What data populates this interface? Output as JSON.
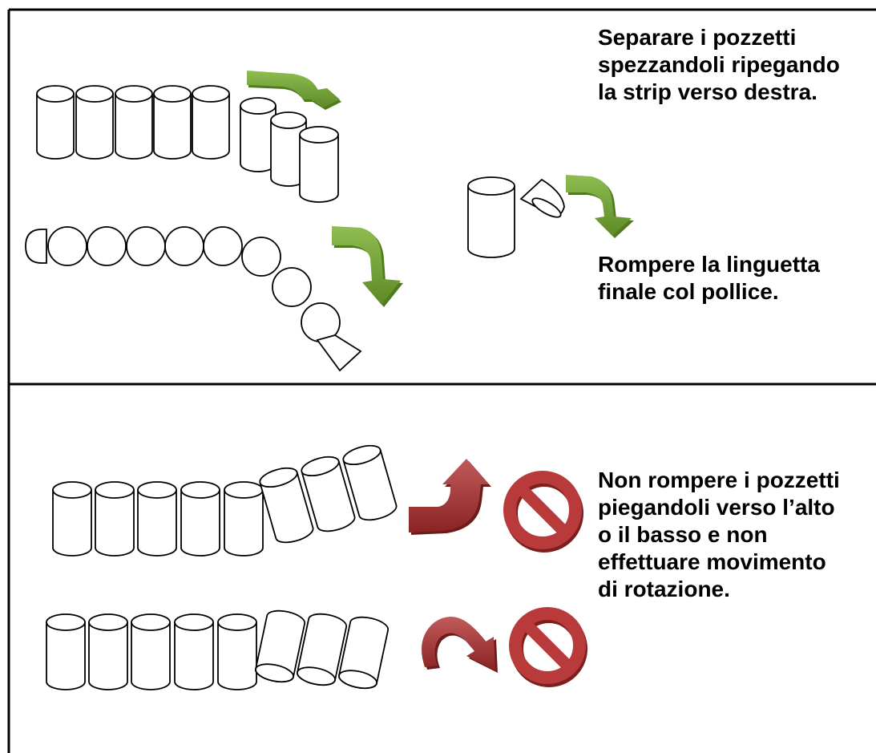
{
  "instructions": {
    "separate_lines": [
      "Separare i pozzetti",
      "spezzandoli ripegando",
      "la strip verso destra."
    ],
    "break_tab_lines": [
      "Rompere la linguetta",
      "finale col pollice."
    ],
    "do_not_lines": [
      "Non rompere i pozzetti",
      "piegandoli verso l’alto",
      "o il basso e non",
      "effettuare movimento",
      "di rotazione."
    ]
  },
  "icons": {
    "correct_arrows": "green-curved-arrow",
    "wrong_arrows": "red-curved-arrow",
    "prohibited": "prohibition-icon"
  },
  "colors": {
    "correct_arrow": "#78a83c",
    "wrong_arrow": "#a33a3a",
    "prohibited": "#b83a3a",
    "outline": "#000000"
  }
}
